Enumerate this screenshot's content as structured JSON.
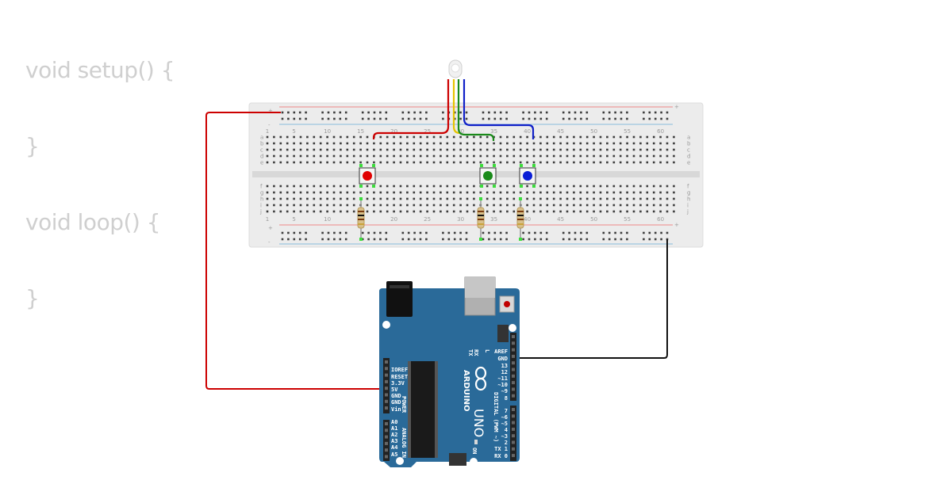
{
  "code": {
    "lines": [
      "void setup() {",
      "}",
      "void loop() {",
      "}"
    ]
  },
  "breadboard": {
    "column_numbers": [
      "1",
      "5",
      "10",
      "15",
      "20",
      "25",
      "30",
      "35",
      "40",
      "45",
      "50",
      "55",
      "60"
    ],
    "row_letters_top": [
      "a",
      "b",
      "c",
      "d",
      "e"
    ],
    "row_letters_bottom": [
      "f",
      "g",
      "h",
      "i",
      "j"
    ],
    "rail_plus": "+",
    "rail_minus": "-"
  },
  "buttons": [
    {
      "name": "red",
      "color": "#e00000"
    },
    {
      "name": "green",
      "color": "#1a8a1a"
    },
    {
      "name": "blue",
      "color": "#0a1ed6"
    }
  ],
  "wires": {
    "power_color": "#cc0000",
    "ground_color": "#111111",
    "led_red": "#cc0000",
    "led_yellow": "#e6c400",
    "led_green": "#1a8a1a",
    "led_blue": "#1020c8"
  },
  "arduino": {
    "brand": "ARDUINO",
    "model": "UNO",
    "board_color": "#2a6a99",
    "power_pins": [
      "IOREF",
      "RESET",
      "3.3V",
      "5V",
      "GND",
      "GND",
      "Vin"
    ],
    "power_header": "POWER",
    "analog_pins": [
      "A0",
      "A1",
      "A2",
      "A3",
      "A4",
      "A5"
    ],
    "analog_header": "ANALOG IN",
    "digital_top": [
      "AREF",
      "GND",
      "13",
      "12",
      "~11",
      "~10",
      "~9",
      "8"
    ],
    "digital_bottom": [
      "7",
      "~6",
      "~5",
      "4",
      "~3",
      "2",
      "TX 1",
      "RX 0"
    ],
    "digital_header": "DIGITAL (PWM ~)",
    "tx_label": "TX",
    "rx_label": "RX",
    "l_label": "L",
    "on_label": "ON"
  }
}
